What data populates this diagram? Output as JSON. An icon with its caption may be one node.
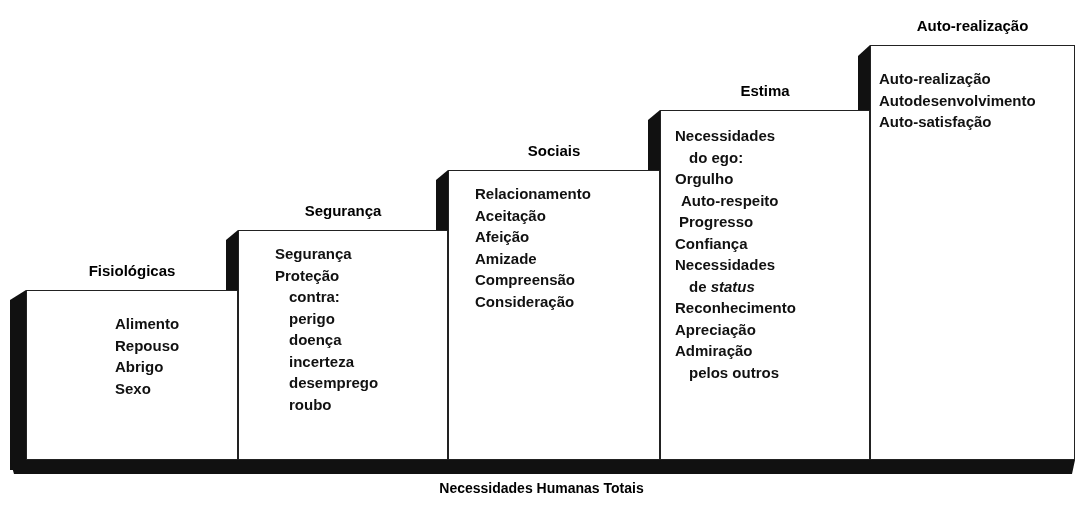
{
  "diagram": {
    "caption": "Necessidades Humanas Totais",
    "nodes": [
      {
        "text": [
          "Fisiológicas",
          "Alimento",
          "Repouso",
          "Abrigo",
          "Sexo"
        ]
      },
      {
        "text": [
          "Segurança",
          "Segurança",
          "Proteção contra:",
          "perigo",
          "doença",
          "incerteza",
          "desemprego",
          "roubo"
        ]
      },
      {
        "text": [
          "Sociais",
          "Relacionamento",
          "Aceitação",
          "Afeição",
          "Amizade",
          "Compreensão",
          "Consideração"
        ]
      },
      {
        "text": [
          "Estima",
          "Necessidades do ego:",
          "Orgulho",
          "Auto-respeito",
          "Progresso",
          "Confiança",
          "Necessidades de *status*",
          "Reconhecimento",
          "Apreciação",
          "Admiração pelos outros"
        ]
      },
      {
        "text": [
          "Auto-realização",
          "Auto-realização",
          "Autodesenvolvimento",
          "Auto-satisfação"
        ]
      }
    ],
    "edges": []
  }
}
